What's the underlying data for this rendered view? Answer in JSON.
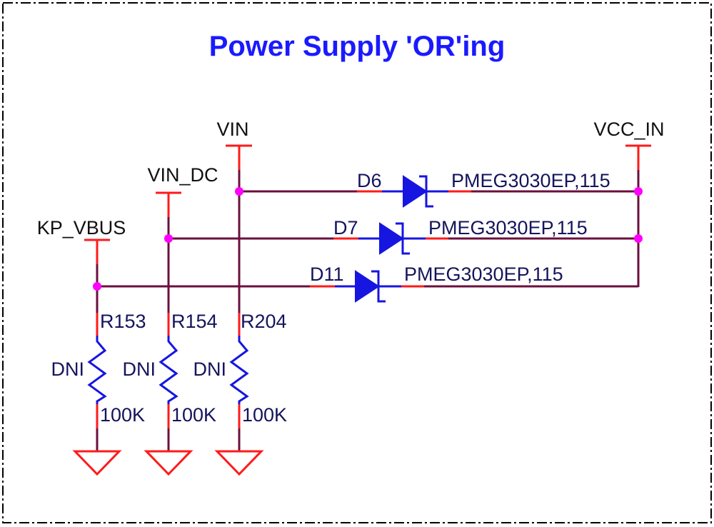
{
  "title": "Power Supply 'OR'ing",
  "nets": {
    "vin": "VIN",
    "vin_dc": "VIN_DC",
    "kp_vbus": "KP_VBUS",
    "vcc_in": "VCC_IN"
  },
  "diodes": [
    {
      "ref": "D6",
      "value": "PMEG3030EP,115"
    },
    {
      "ref": "D7",
      "value": "PMEG3030EP,115"
    },
    {
      "ref": "D11",
      "value": "PMEG3030EP,115"
    }
  ],
  "resistors": [
    {
      "ref": "R153",
      "note": "DNI",
      "value": "100K"
    },
    {
      "ref": "R154",
      "note": "DNI",
      "value": "100K"
    },
    {
      "ref": "R204",
      "note": "DNI",
      "value": "100K"
    }
  ]
}
